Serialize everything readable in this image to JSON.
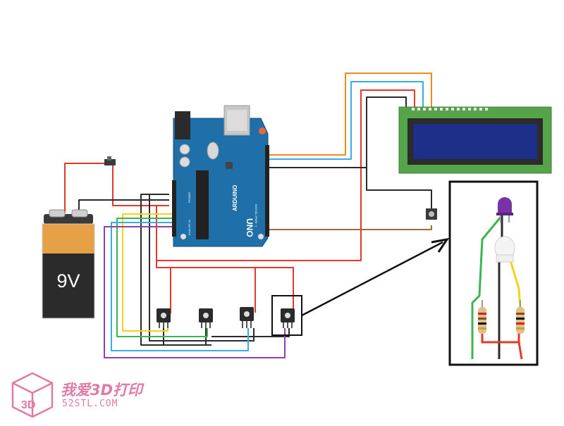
{
  "battery": {
    "label": "9V"
  },
  "arduino": {
    "brand": "ARDUINO",
    "model": "UNO",
    "power_header": "POWER",
    "analog_header": "ANALOG IN",
    "digital_header": "DIGITAL (PWM ~)"
  },
  "watermark": {
    "text": "我爱3D打印",
    "sub": "52STL.COM",
    "logo_text": "3D"
  },
  "colors": {
    "wire_red": "#e23a2a",
    "wire_black": "#2b2b2b",
    "wire_orange": "#f08a1c",
    "wire_blue": "#35aee6",
    "wire_yellow": "#f2d21a",
    "wire_green": "#3fb34f",
    "wire_purple": "#8e3fb5",
    "wire_brown": "#9a6b3e",
    "board": "#1f6fa8",
    "lcd_pcb": "#56a44a",
    "lcd_screen": "#1d2f86",
    "battery_orange": "#e6a046",
    "battery_black": "#2b2b2b",
    "watermark": "#e27aa6"
  },
  "icons": [
    "battery-icon",
    "switch-icon",
    "arduino-board",
    "lcd-display",
    "push-button-icon",
    "sensor-icon",
    "led-icon",
    "resistor-icon",
    "zoom-arrow-icon",
    "3d-cube-logo-icon"
  ]
}
